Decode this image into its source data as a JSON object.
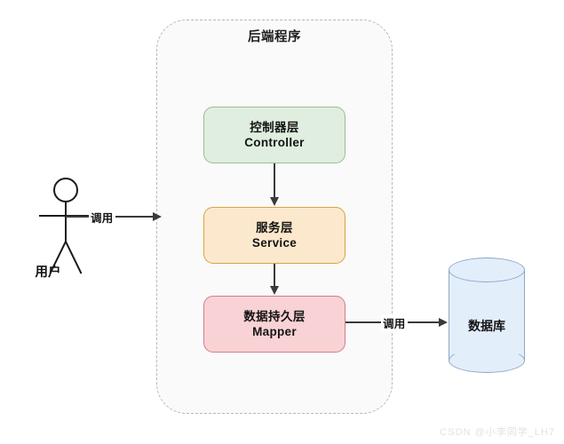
{
  "diagram": {
    "container": {
      "title": "后端程序"
    },
    "actor": {
      "label": "用户",
      "icon": "stick-figure-icon"
    },
    "layers": [
      {
        "cn": "控制器层",
        "en": "Controller",
        "fill": "#dfeede",
        "stroke": "#9dbb9c"
      },
      {
        "cn": "服务层",
        "en": "Service",
        "fill": "#fce8cd",
        "stroke": "#d9a441"
      },
      {
        "cn": "数据持久层",
        "en": "Mapper",
        "fill": "#f9d2d5",
        "stroke": "#cf7f8c"
      }
    ],
    "database": {
      "label": "数据库",
      "fill": "#e3eefb",
      "stroke": "#8fa8c4"
    },
    "edges": [
      {
        "label": "调用",
        "from": "用户",
        "to": "后端程序"
      },
      {
        "label": "",
        "from": "控制器层",
        "to": "服务层"
      },
      {
        "label": "",
        "from": "服务层",
        "to": "数据持久层"
      },
      {
        "label": "调用",
        "from": "数据持久层",
        "to": "数据库"
      }
    ],
    "watermark": "CSDN @小李同学_LH7"
  }
}
